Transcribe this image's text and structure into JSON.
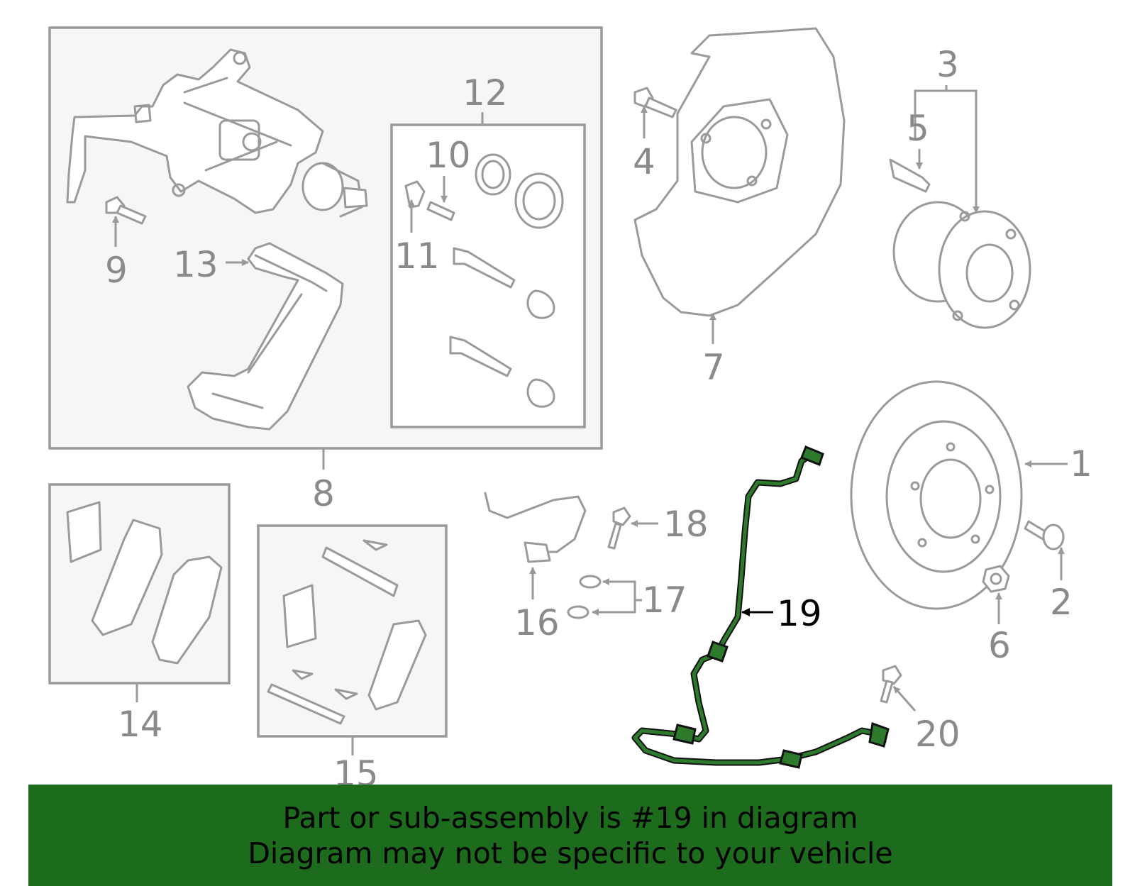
{
  "diagram": {
    "callouts": {
      "c1": "1",
      "c2": "2",
      "c3": "3",
      "c4": "4",
      "c5": "5",
      "c6": "6",
      "c7": "7",
      "c8": "8",
      "c9": "9",
      "c10": "10",
      "c11": "11",
      "c12": "12",
      "c13": "13",
      "c14": "14",
      "c15": "15",
      "c16": "16",
      "c17": "17",
      "c18": "18",
      "c19": "19",
      "c20": "20"
    },
    "highlighted_part": "19",
    "highlight_color": "#2d7a2d"
  },
  "banner": {
    "line1": "Part or sub-assembly is #19 in diagram",
    "line2": "Diagram may not be specific to your vehicle",
    "background": "#1d6b1d"
  }
}
